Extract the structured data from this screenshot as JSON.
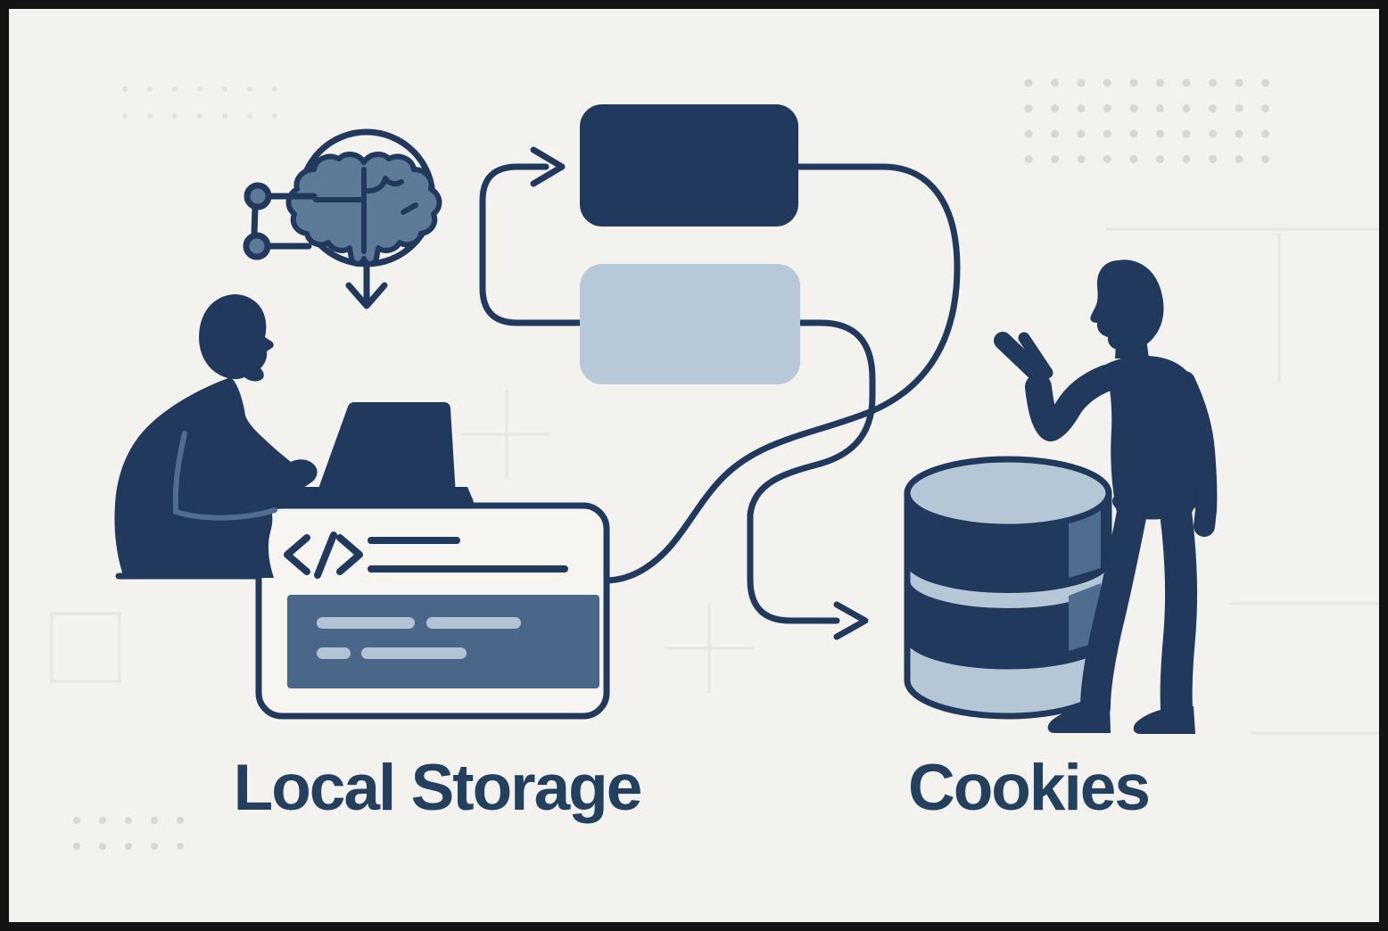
{
  "illustration": {
    "left_label": "Local Storage",
    "right_label": "Cookies"
  },
  "icons": {
    "brain": "brain-icon",
    "network_nodes": "network-nodes-icon",
    "down_arrow": "down-arrow-icon",
    "flow_arrow_top": "arrow-right-icon",
    "flow_arrow_bottom": "arrow-right-icon",
    "code_tag": "code-tag-icon",
    "code_window": "browser-code-window",
    "laptop": "laptop-icon",
    "database": "database-cylinder-icon",
    "sitting_person": "sitting-developer-silhouette",
    "standing_person": "standing-presenter-silhouette"
  },
  "colors": {
    "background": "#f4f2ee",
    "frame": "#131313",
    "navy": "#20395c",
    "slate": "#5d7a99",
    "panel": "#4a6789",
    "light": "#b7c8d8",
    "bar": "#b2c3d5",
    "dblight": "#b5c6d7",
    "highlight": "#4f6e8f",
    "dots": "#d8d7d2",
    "grid": "#e7e6e1",
    "text": "#23405e"
  }
}
